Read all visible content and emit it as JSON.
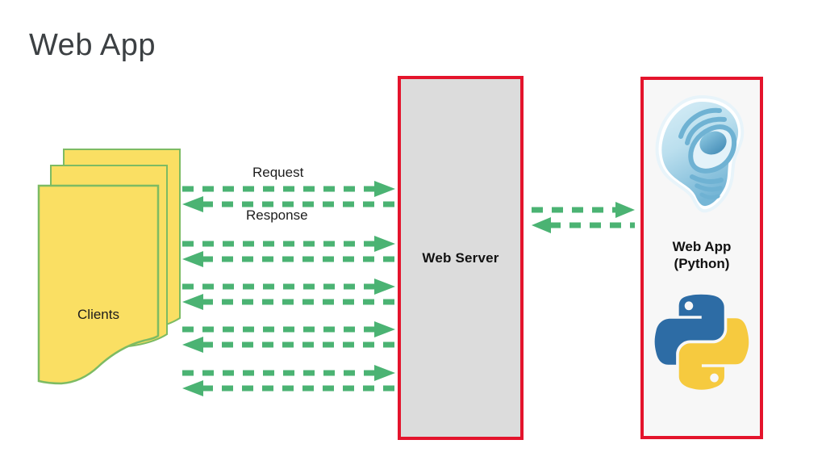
{
  "title": "Web App",
  "nodes": {
    "clients": {
      "label": "Clients",
      "fill": "#fadf63",
      "stroke": "#7dbb63",
      "sheet_count": 3
    },
    "web_server": {
      "label": "Web Server",
      "fill": "#dcdcdc",
      "border": "#e4142c"
    },
    "web_app": {
      "label_line1": "Web App",
      "label_line2": "(Python)",
      "fill": "#f7f7f7",
      "border": "#e4142c",
      "logos": [
        {
          "name": "pyramid-logo",
          "colors": [
            "#cfeaf4",
            "#5fa8cc",
            "#85c6de"
          ]
        },
        {
          "name": "python-logo",
          "colors": [
            "#2d6ca5",
            "#f6ca3f"
          ]
        }
      ]
    }
  },
  "flows": {
    "arrow_color": "#4bb373",
    "request_label": "Request",
    "response_label": "Response",
    "client_server_pairs": 5,
    "server_app_pairs": 1
  }
}
